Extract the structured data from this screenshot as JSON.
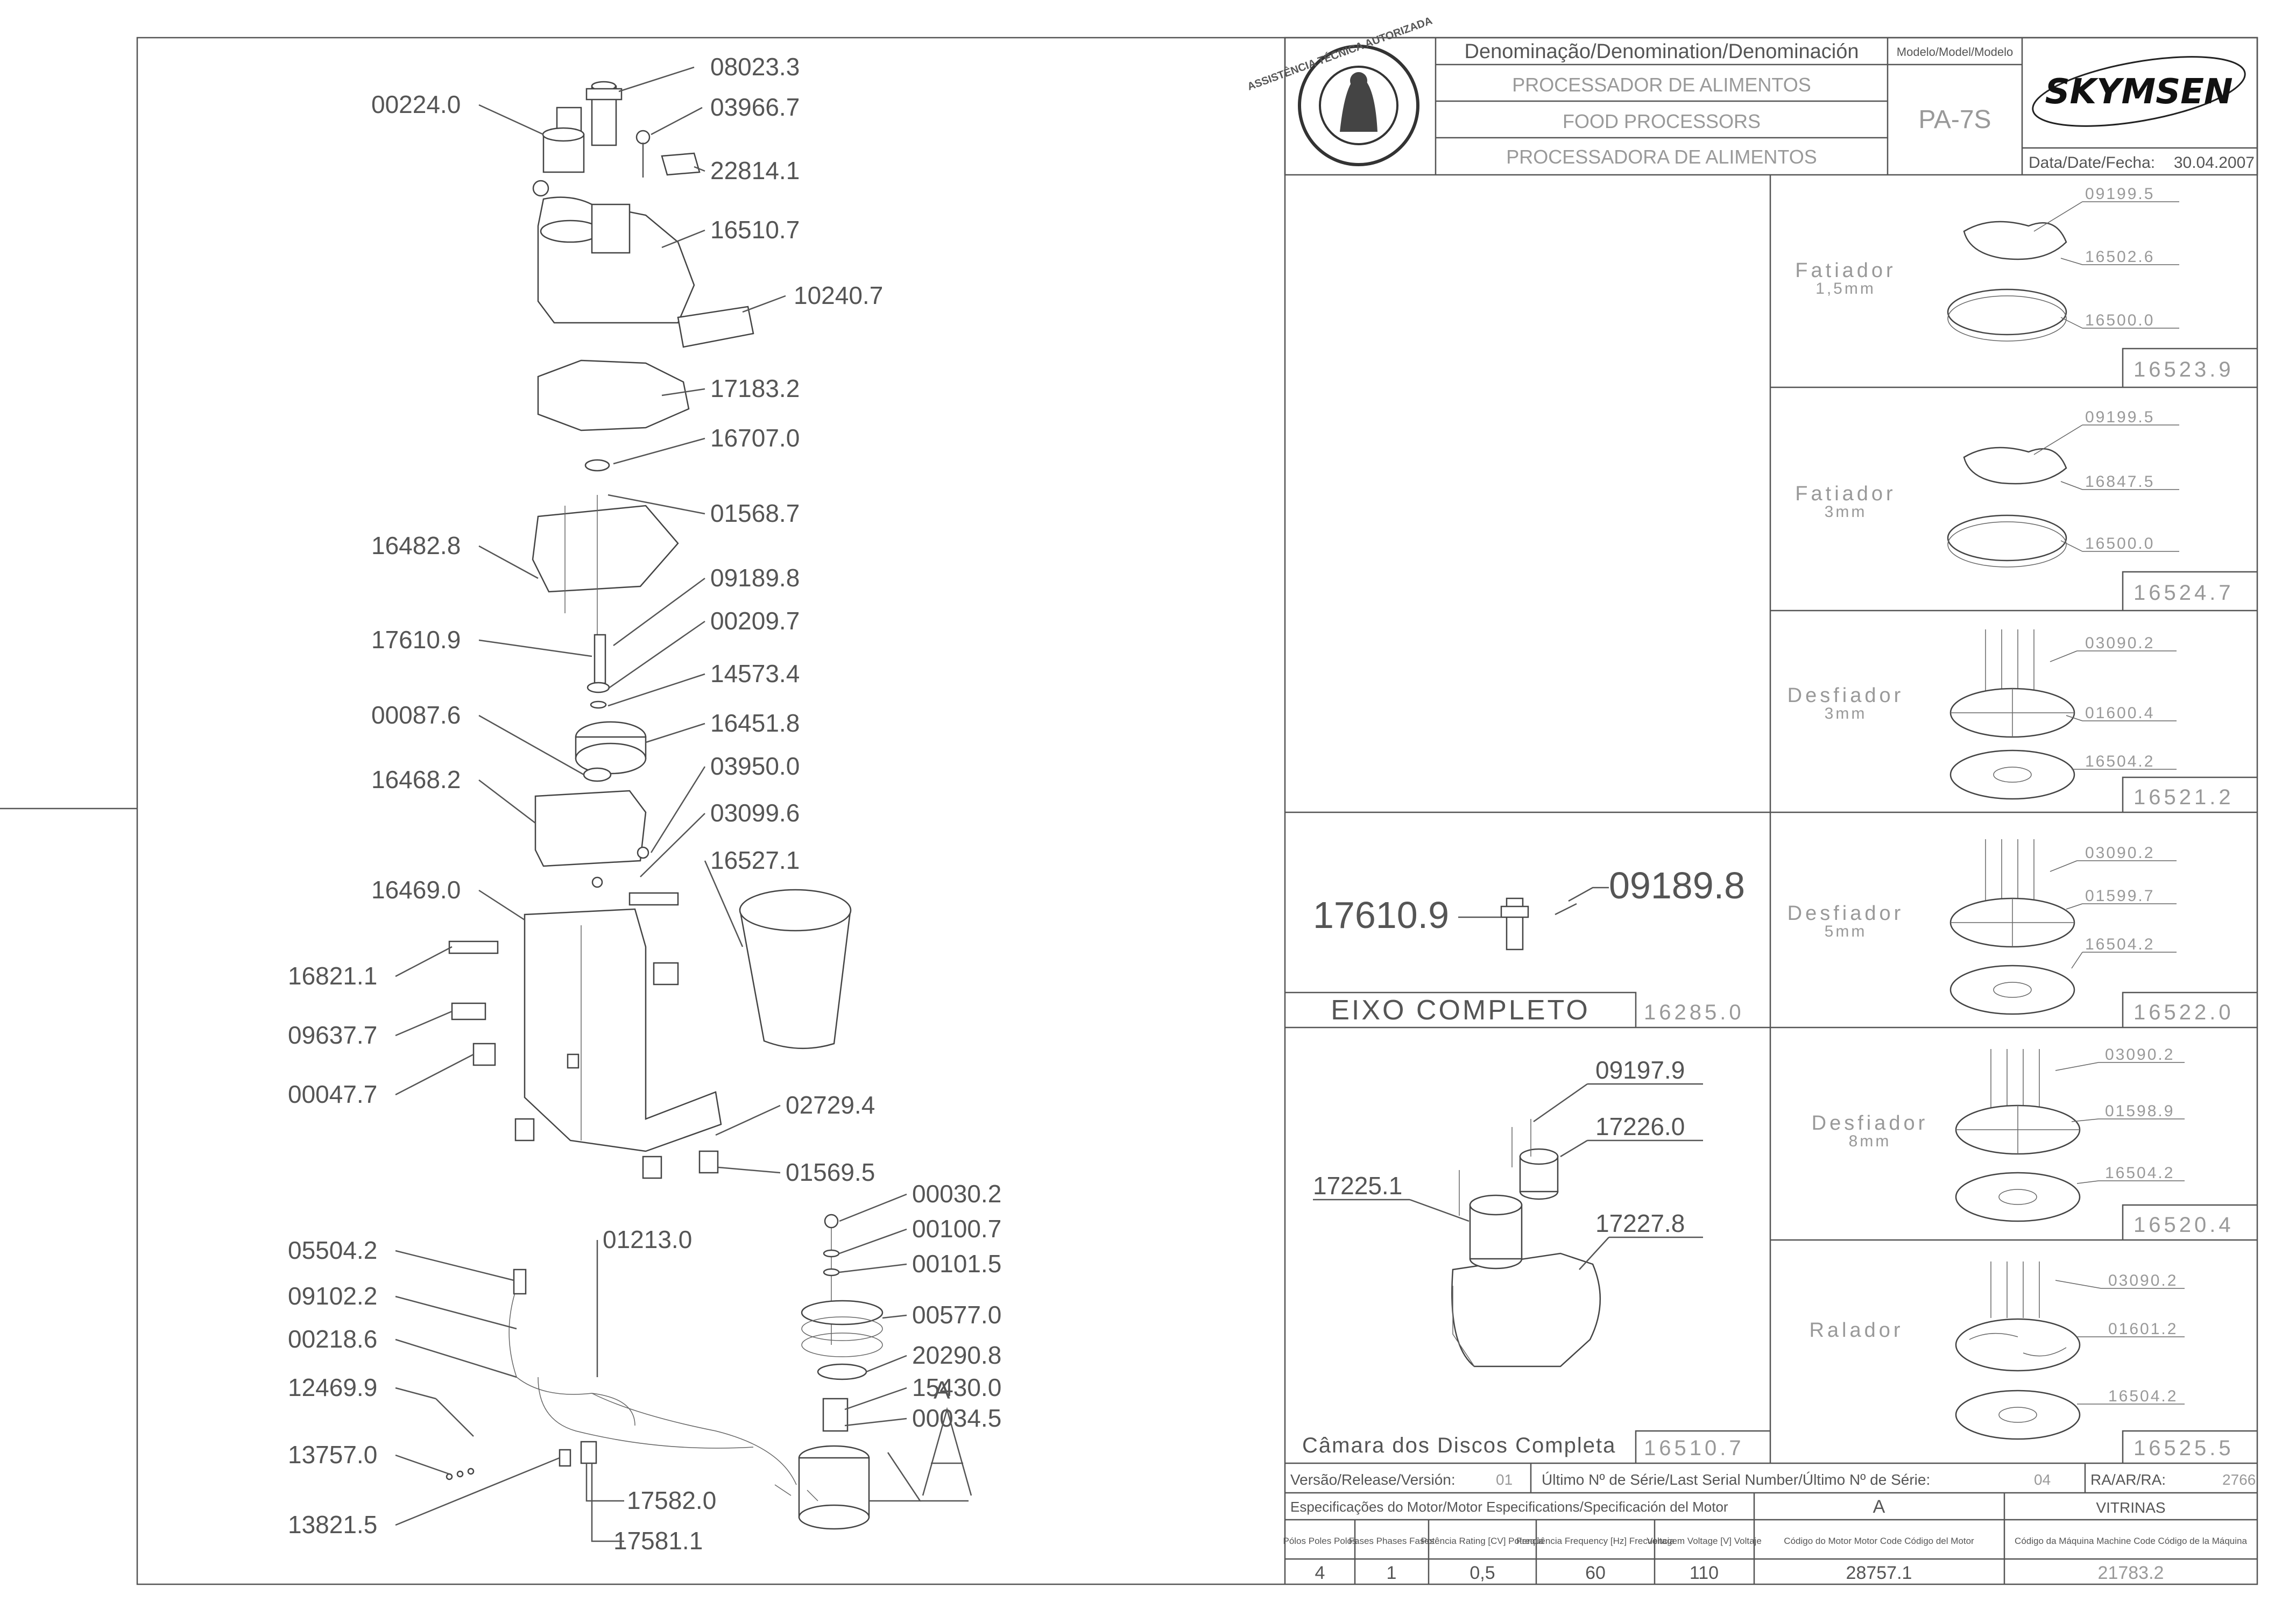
{
  "title_block": {
    "denomination_label": "Denominação/Denomination/Denominación",
    "names": [
      "PROCESSADOR DE ALIMENTOS",
      "FOOD PROCESSORS",
      "PROCESSADORA DE ALIMENTOS"
    ],
    "model_label": "Modelo/Model/Modelo",
    "model": "PA-7S",
    "brand": "SKYMSEN",
    "date_label": "Data/Date/Fecha:",
    "date": "30.04.2007",
    "seal_text": "ASSISTÊNCIA TÉCNICA AUTORIZADA"
  },
  "main_parts": [
    "08023.3",
    "00224.0",
    "03966.7",
    "22814.1",
    "16510.7",
    "10240.7",
    "17183.2",
    "16707.0",
    "01568.7",
    "16482.8",
    "09189.8",
    "00209.7",
    "17610.9",
    "14573.4",
    "00087.6",
    "16451.8",
    "16468.2",
    "03950.0",
    "03099.6",
    "16527.1",
    "16469.0",
    "16821.1",
    "09637.7",
    "00047.7",
    "02729.4",
    "01569.5",
    "00030.2",
    "00100.7",
    "00101.5",
    "00577.0",
    "20290.8",
    "15430.0",
    "00034.5",
    "05504.2",
    "01213.0",
    "09102.2",
    "00218.6",
    "12469.9",
    "13757.0",
    "13821.5",
    "17582.0",
    "17581.1"
  ],
  "motor_marker": "A",
  "discs": [
    {
      "name": "Fatiador",
      "size": "1,5mm",
      "parts": [
        "09199.5",
        "16502.6",
        "16500.0"
      ],
      "code": "16523.9"
    },
    {
      "name": "Fatiador",
      "size": "3mm",
      "parts": [
        "09199.5",
        "16847.5",
        "16500.0"
      ],
      "code": "16524.7"
    },
    {
      "name": "Desfiador",
      "size": "3mm",
      "parts": [
        "03090.2",
        "01600.4",
        "16504.2"
      ],
      "code": "16521.2"
    },
    {
      "name": "Desfiador",
      "size": "5mm",
      "parts": [
        "03090.2",
        "01599.7",
        "16504.2"
      ],
      "code": "16522.0"
    },
    {
      "name": "Desfiador",
      "size": "8mm",
      "parts": [
        "03090.2",
        "01598.9",
        "16504.2"
      ],
      "code": "16520.4"
    },
    {
      "name": "Ralador",
      "size": "",
      "parts": [
        "03090.2",
        "01601.2",
        "16504.2"
      ],
      "code": "16525.5"
    }
  ],
  "shaft": {
    "parts": [
      "17610.9",
      "09189.8"
    ],
    "title": "EIXO COMPLETO",
    "code": "16285.0"
  },
  "chamber": {
    "parts": [
      "09197.9",
      "17226.0",
      "17225.1",
      "17227.8"
    ],
    "title": "Câmara dos Discos Completa",
    "code": "16510.7"
  },
  "release": {
    "version_label": "Versão/Release/Versión:",
    "version": "01",
    "serial_label": "Último Nº de Série/Last Serial Number/Último Nº de Série:",
    "serial": "04",
    "ra_label": "RA/AR/RA:",
    "ra": "2766"
  },
  "motor_spec": {
    "title": "Especificações do Motor/Motor Especifications/Specificación del Motor",
    "marker": "A",
    "vitrinas_label": "VITRINAS",
    "headers": [
      "Pólos Poles Polos",
      "Fases Phases Fases",
      "Potência Rating [CV] Potencia",
      "Freqüência Frequency [Hz] Frecuencia",
      "Voltagem Voltage [V] Voltaje",
      "Código do Motor Motor Code Código del Motor",
      "Código da Máquina Machine Code Código de la Máquina"
    ],
    "values": [
      "4",
      "1",
      "0,5",
      "60",
      "110",
      "28757.1",
      "21783.2"
    ]
  }
}
